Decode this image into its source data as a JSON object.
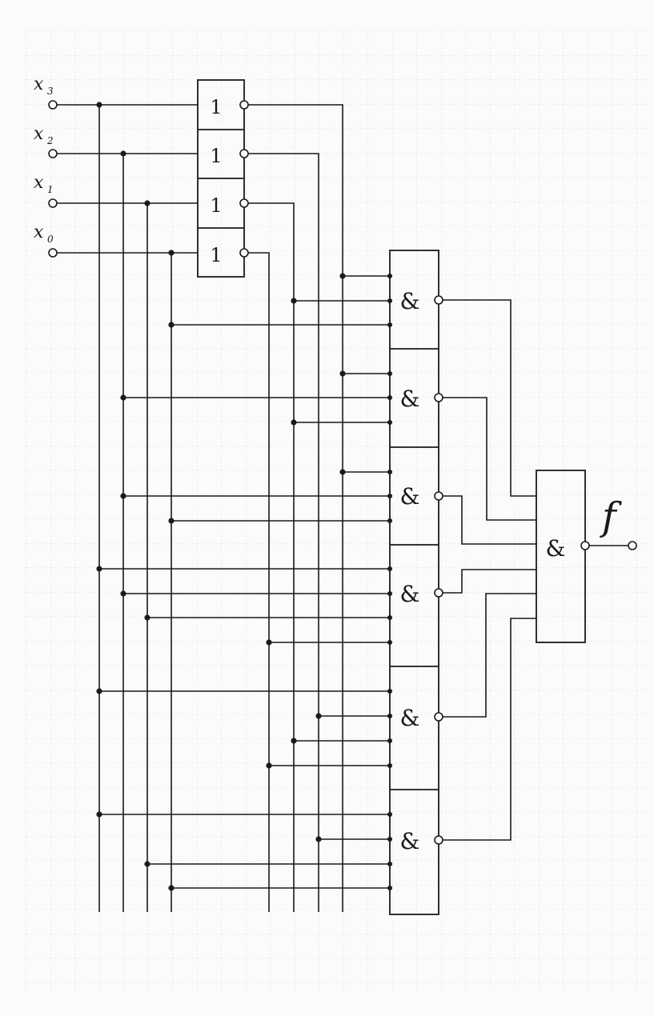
{
  "inputs": [
    {
      "label": "x",
      "sub": "3"
    },
    {
      "label": "x",
      "sub": "2"
    },
    {
      "label": "x",
      "sub": "1"
    },
    {
      "label": "x",
      "sub": "0"
    }
  ],
  "inverter_symbol": "1",
  "and_symbol": "&",
  "output_label": "f"
}
